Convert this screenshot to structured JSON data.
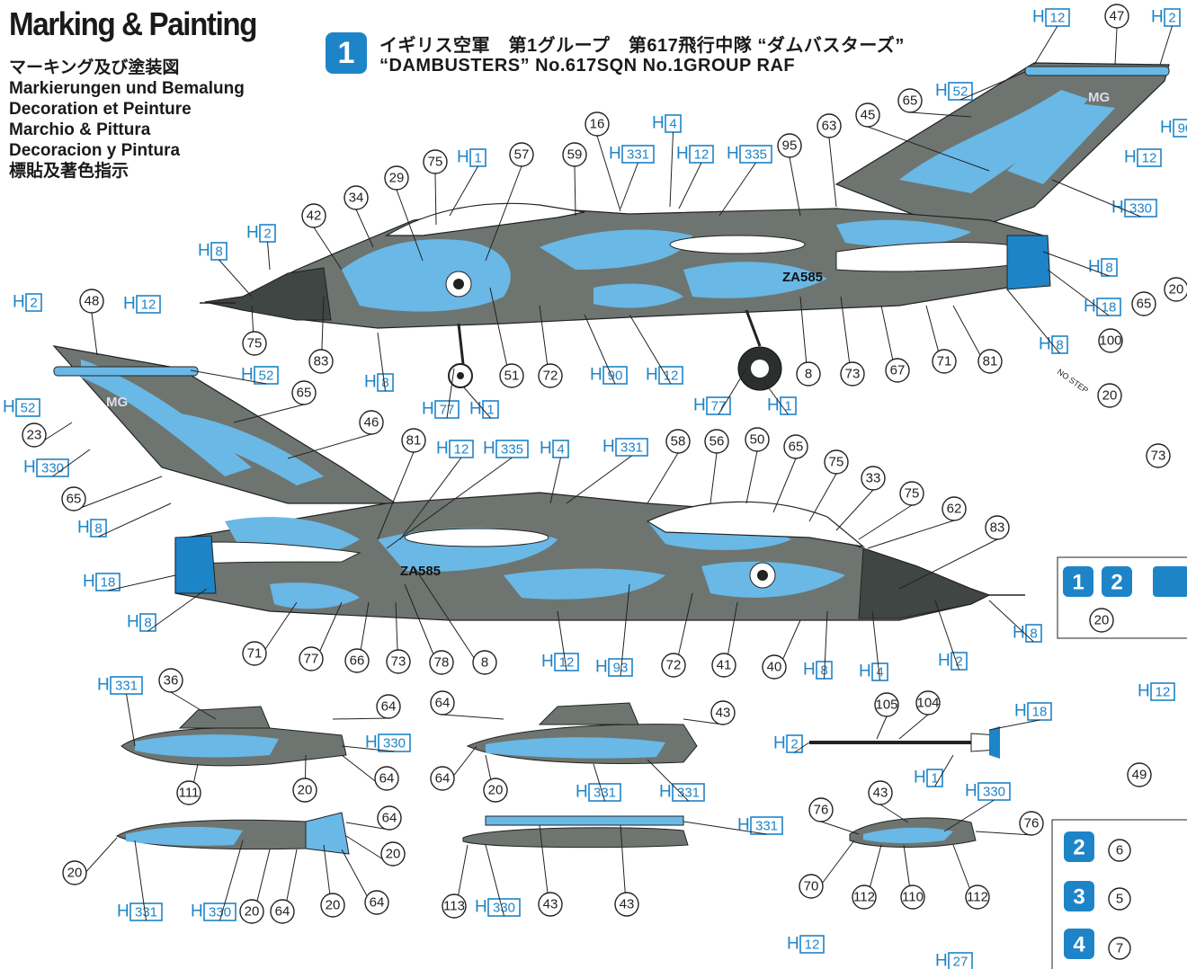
{
  "header": {
    "title": "Marking & Painting",
    "languages": [
      "マーキング及び塗装図",
      "Markierungen und Bemalung",
      "Decoration et Peinture",
      "Marchio & Pittura",
      "Decoracion y Pintura",
      "標貼及著色指示"
    ]
  },
  "scheme": {
    "badge": "1",
    "title_jp": "イギリス空軍　第1グループ　第617飛行中隊 “ダムバスターズ”",
    "title_en": "“DAMBUSTERS”  No.617SQN  No.1GROUP  RAF"
  },
  "aircraft": {
    "serial": "ZA585",
    "tail_code": "MG"
  },
  "colors": {
    "grey": "#6e7570",
    "blue": "#6ab8e6",
    "dark": "#3f4643",
    "accent": "#1e84c8"
  },
  "decals_misc": {
    "no_step": "NO STEP"
  },
  "right_panel": {
    "badges": [
      "1",
      "2"
    ],
    "badge_number": "20",
    "schemes": [
      {
        "badge": "2",
        "number": "6"
      },
      {
        "badge": "3",
        "number": "5"
      },
      {
        "badge": "4",
        "number": "7"
      }
    ]
  },
  "callouts": {
    "upper_profile": [
      {
        "h": "2"
      },
      {
        "h": "8"
      },
      {
        "h": "1"
      },
      {
        "h": "4"
      },
      {
        "h": "12"
      },
      {
        "h": "331"
      },
      {
        "h": "335"
      },
      {
        "h": "52"
      },
      {
        "h": "90"
      },
      {
        "h": "77"
      },
      {
        "h": "330"
      },
      {
        "h": "18"
      }
    ],
    "numbers": [
      "16",
      "29",
      "34",
      "42",
      "47",
      "45",
      "51",
      "57",
      "59",
      "63",
      "65",
      "67",
      "71",
      "72",
      "73",
      "75",
      "81",
      "83",
      "95",
      "100",
      "8",
      "20"
    ]
  }
}
